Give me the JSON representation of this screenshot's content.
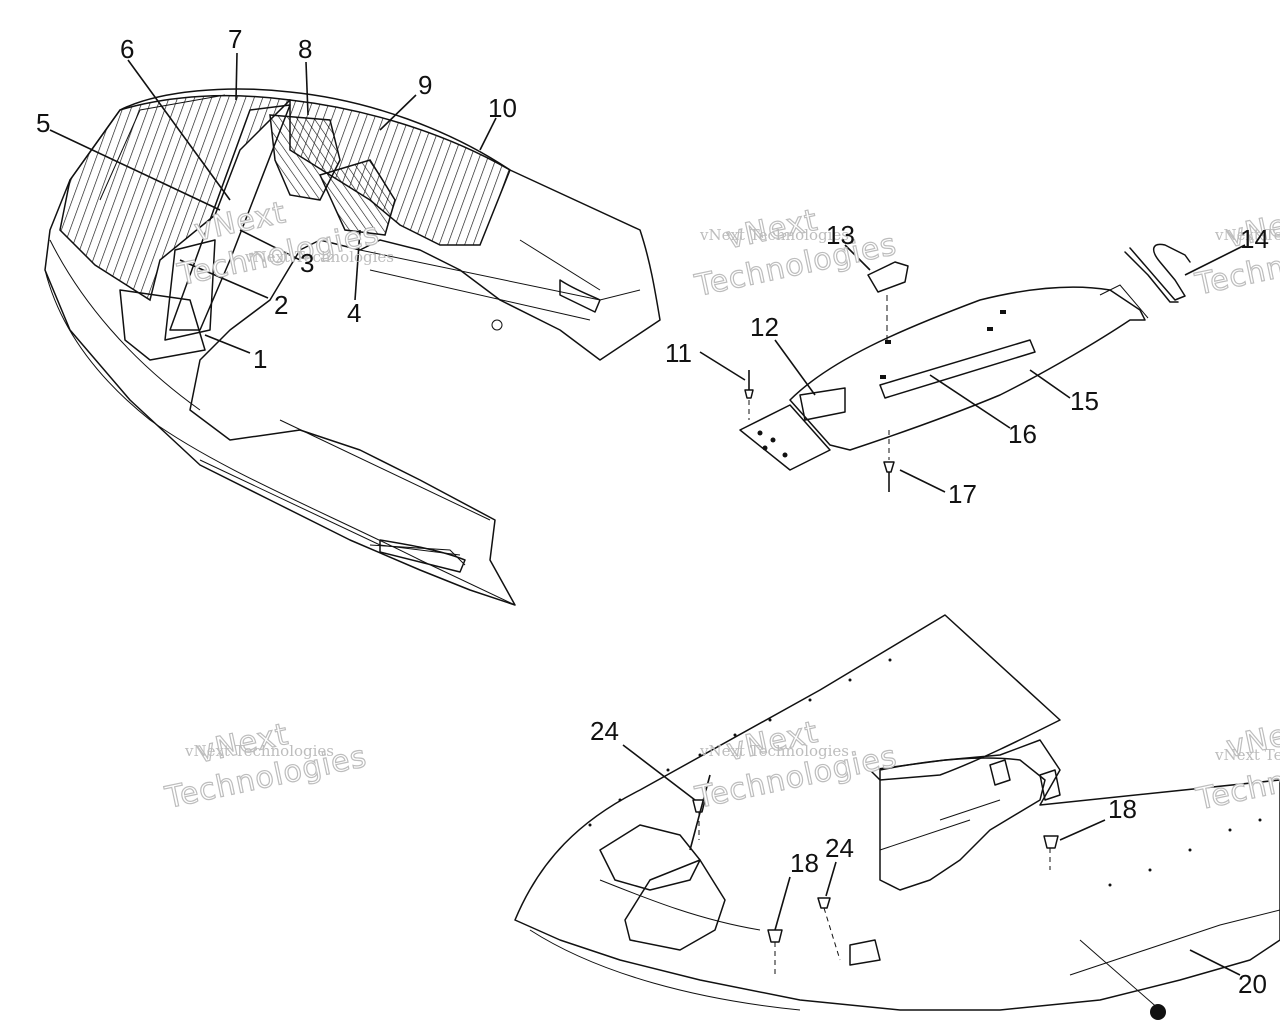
{
  "watermark": {
    "line1": "vNext",
    "line2": "Technologies",
    "full": "vNext Technologies"
  },
  "callouts": {
    "c1": "1",
    "c2": "2",
    "c3": "3",
    "c4": "4",
    "c5": "5",
    "c6": "6",
    "c7": "7",
    "c8": "8",
    "c9": "9",
    "c10": "10",
    "c11": "11",
    "c12": "12",
    "c13": "13",
    "c14": "14",
    "c15": "15",
    "c16": "16",
    "c17": "17",
    "c18a": "18",
    "c18b": "18",
    "c20": "20",
    "c24a": "24",
    "c24b": "24"
  }
}
